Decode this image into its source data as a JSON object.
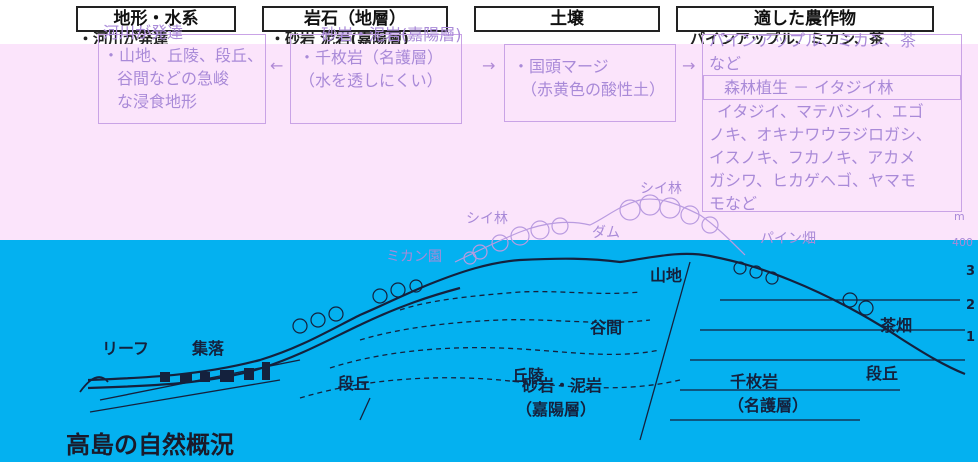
{
  "headers": {
    "landform": "地形・水系",
    "rock": "岩石（地層）",
    "soil": "土壌",
    "crops": "適した農作物"
  },
  "top_partial": {
    "landform": "・河川が発達",
    "rock": "・砂岩 泥岩(嘉陽層)",
    "crops": "パインアップル、ミカン、茶"
  },
  "boxes": {
    "landform": [
      "河川が発達",
      "・山地、丘陵、段丘、",
      "谷間などの急峻",
      "な浸食地形"
    ],
    "rock": [
      "砂岩・泥岩(嘉陽層)",
      "・千枚岩（名護層）",
      "（水を透しにくい）"
    ],
    "soil": [
      "・国頭マージ",
      "（赤黄色の酸性土）"
    ],
    "crops": {
      "line1": "パインアップル、ミカン、茶",
      "line2": "など",
      "forest_title": "森林植生 － イタジイ林",
      "forest_lines": [
        "イタジイ、マテバシイ、エゴ",
        "ノキ、オキナワウラジロガシ、",
        "イスノキ、フカノキ、アカメ",
        "ガシワ、ヒカゲヘゴ、ヤマモ",
        "モなど"
      ]
    }
  },
  "arrows": [
    "←",
    "→",
    "→"
  ],
  "diagram_labels": {
    "shii1": "シイ林",
    "shii2": "シイ林",
    "mikan": "ミカン園",
    "dam": "ダム",
    "pine": "パイン畑",
    "reef": "リーフ",
    "village": "集落",
    "terrace_left": "段丘",
    "hill": "丘陵",
    "valley": "谷間",
    "mountain": "山地",
    "sandstone": "砂岩・泥岩",
    "kayo": "（嘉陽層）",
    "phyllite": "千枚岩",
    "nago": "（名護層）",
    "terrace_right": "段丘",
    "tea": "茶畑"
  },
  "axis": {
    "unit": "m",
    "top": "400",
    "right_ticks": [
      "3",
      "2",
      "1"
    ]
  },
  "title": "高島の自然概況",
  "colors": {
    "pink_overlay": "#fbe4fb",
    "cyan_overlay": "#04b1f0",
    "ink": "#14213d"
  }
}
